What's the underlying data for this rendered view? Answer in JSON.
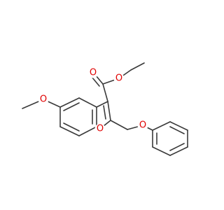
{
  "atoms": {
    "o_methoxy": {
      "label": "O",
      "color": "#e00000"
    },
    "o_carbonyl": {
      "label": "O",
      "color": "#e00000"
    },
    "o_ester": {
      "label": "O",
      "color": "#e00000"
    },
    "o_furan": {
      "label": "O",
      "color": "#e00000"
    },
    "o_phenoxy": {
      "label": "O",
      "color": "#e00000"
    }
  },
  "colors": {
    "bond": "#3a3a3a",
    "oxygen": "#e00000",
    "background": "#ffffff"
  }
}
